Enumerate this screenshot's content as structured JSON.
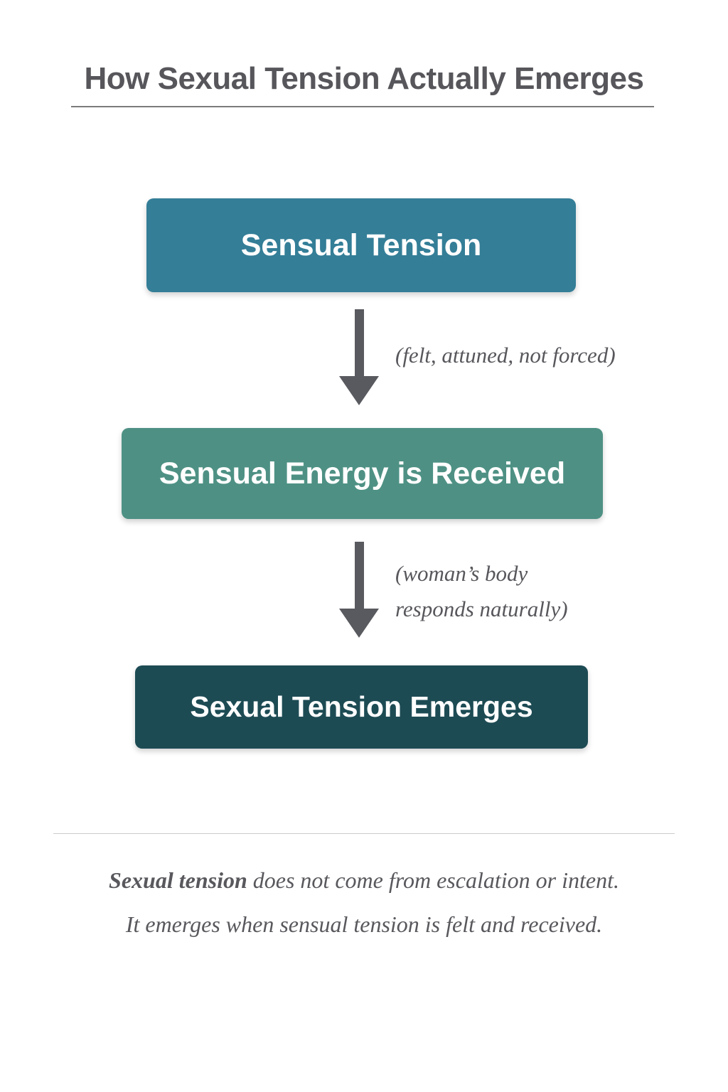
{
  "title": "How Sexual Tension Actually Emerges",
  "flow": {
    "steps": [
      {
        "id": "sensual-tension",
        "label": "Sensual Tension",
        "color": "#347e97"
      },
      {
        "id": "sensual-energy-received",
        "label": "Sensual Energy is Received",
        "color": "#4e9184"
      },
      {
        "id": "sexual-tension-emerges",
        "label": "Sexual Tension Emerges",
        "color": "#1d4b54"
      }
    ],
    "annotations": [
      {
        "lines": [
          "(felt, attuned, not forced)",
          ""
        ]
      },
      {
        "lines": [
          "(woman’s body",
          "responds naturally)"
        ]
      }
    ],
    "arrow_color": "#595a5f"
  },
  "footer": {
    "line1_emphasis": "Sexual tension",
    "line1_rest": " does not come from escalation or intent.",
    "line2": "It emerges when sensual tension is felt and received."
  },
  "colors": {
    "background": "#ffffff",
    "title_text": "#56565b",
    "title_rule": "#7b7b7e",
    "annotation_text": "#57575c",
    "footer_text": "#58585d",
    "divider": "#cccccc"
  }
}
